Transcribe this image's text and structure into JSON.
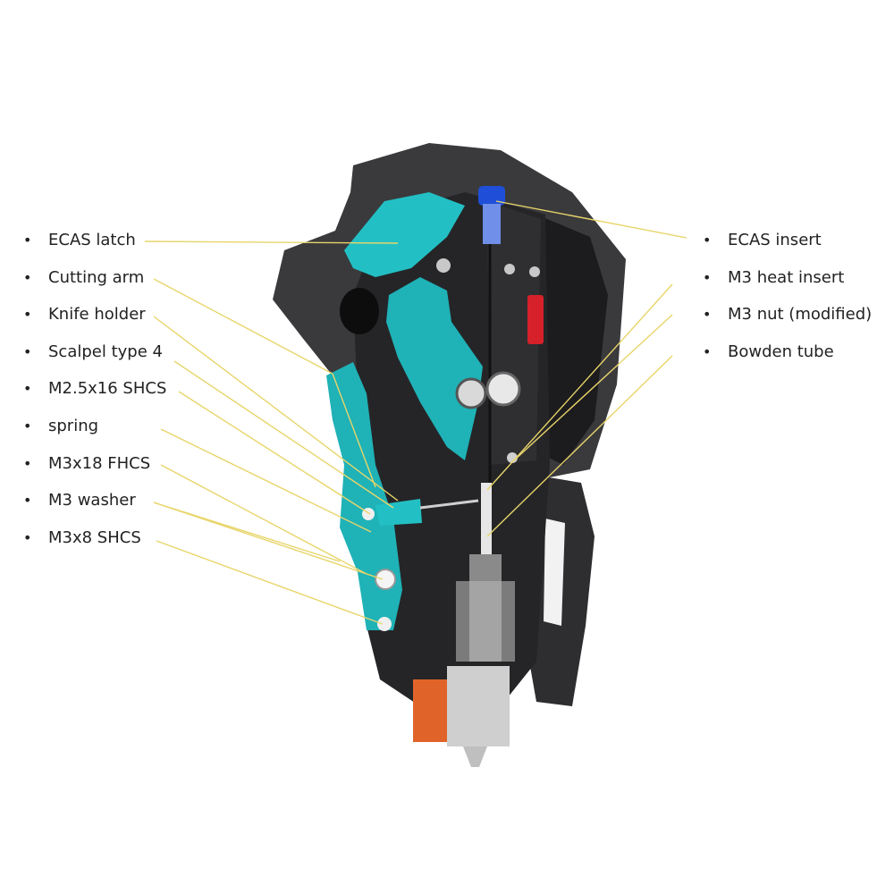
{
  "left_labels": [
    "ECAS latch",
    "Cutting arm",
    "Knife holder",
    "Scalpel type 4",
    "M2.5x16 SHCS",
    "spring",
    "M3x18 FHCS",
    "M3 washer",
    "M3x8 SHCS"
  ],
  "right_labels": [
    "ECAS insert",
    "M3 heat insert",
    "M3 nut (modified)",
    "Bowden tube"
  ],
  "colors": {
    "housing": "#2b2b2d",
    "cutting_arm": "#1fb2b7",
    "ecas_insert": "#1f4fd8",
    "heater_block": "#e0642a",
    "leader_line": "#e8d56a"
  }
}
